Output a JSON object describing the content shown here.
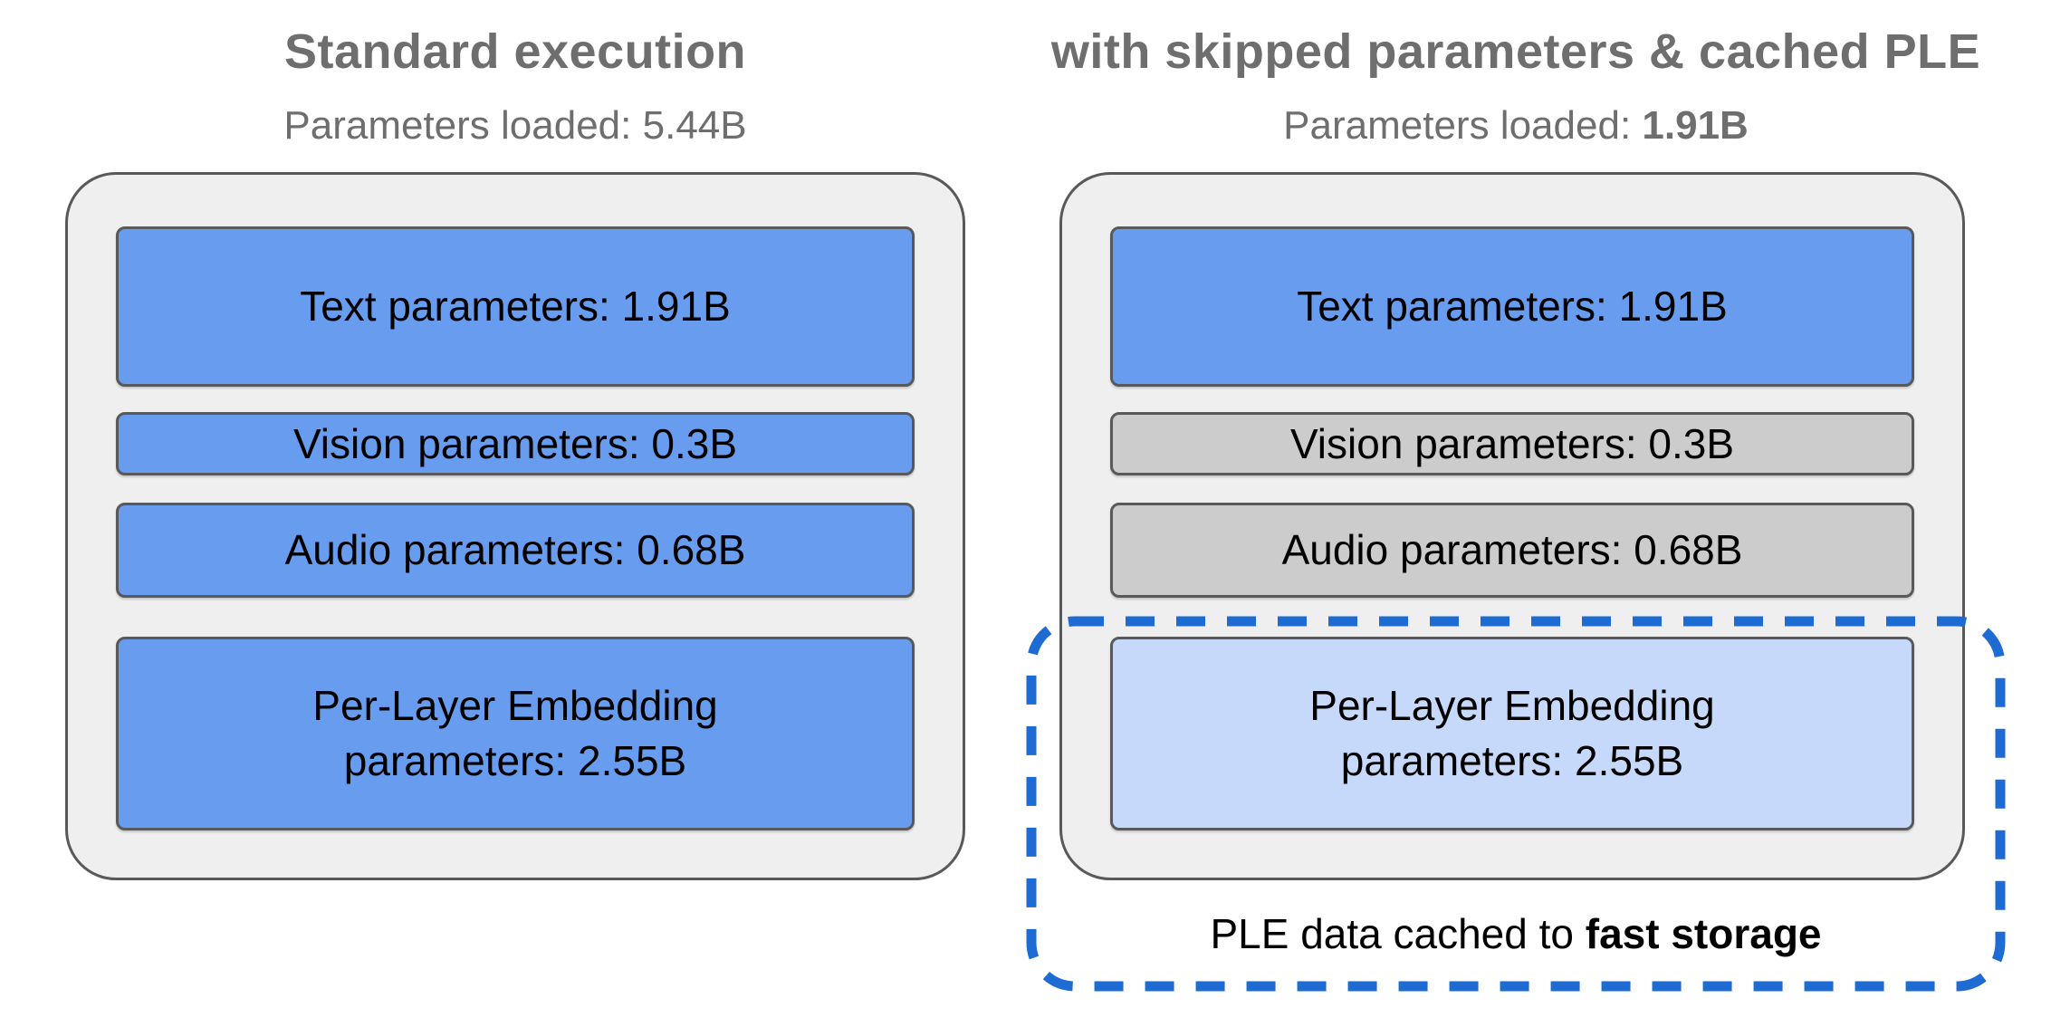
{
  "colors": {
    "loaded_blue": "#689CEF",
    "skipped_gray": "#CCCCCC",
    "cached_light_blue": "#C7D9FA",
    "container_gray": "#EFEFEF",
    "box_border_gray": "#58595B",
    "dashed_outline_blue": "#1E6BD3",
    "title_gray": "#6E6E6E",
    "label_black": "#000000"
  },
  "left_panel": {
    "title": "Standard execution",
    "params_loaded_label": "Parameters loaded:",
    "params_loaded_value": "5.44B",
    "boxes": [
      {
        "id": "text",
        "label": "Text parameters: 1.91B",
        "fill": "loaded_blue"
      },
      {
        "id": "vision",
        "label": "Vision parameters: 0.3B",
        "fill": "loaded_blue"
      },
      {
        "id": "audio",
        "label": "Audio parameters: 0.68B",
        "fill": "loaded_blue"
      },
      {
        "id": "ple",
        "label": "Per-Layer Embedding parameters: 2.55B",
        "fill": "loaded_blue"
      }
    ]
  },
  "right_panel": {
    "title": "with skipped parameters & cached PLE",
    "params_loaded_label": "Parameters loaded:",
    "params_loaded_value": "1.91B",
    "boxes": [
      {
        "id": "text",
        "label": "Text parameters: 1.91B",
        "fill": "loaded_blue"
      },
      {
        "id": "vision",
        "label": "Vision parameters: 0.3B",
        "fill": "skipped_gray"
      },
      {
        "id": "audio",
        "label": "Audio parameters: 0.68B",
        "fill": "skipped_gray"
      },
      {
        "id": "ple",
        "label": "Per-Layer Embedding parameters: 2.55B",
        "fill": "cached_light_blue"
      }
    ],
    "caption_prefix": "PLE data cached to",
    "caption_bold": "fast storage"
  }
}
